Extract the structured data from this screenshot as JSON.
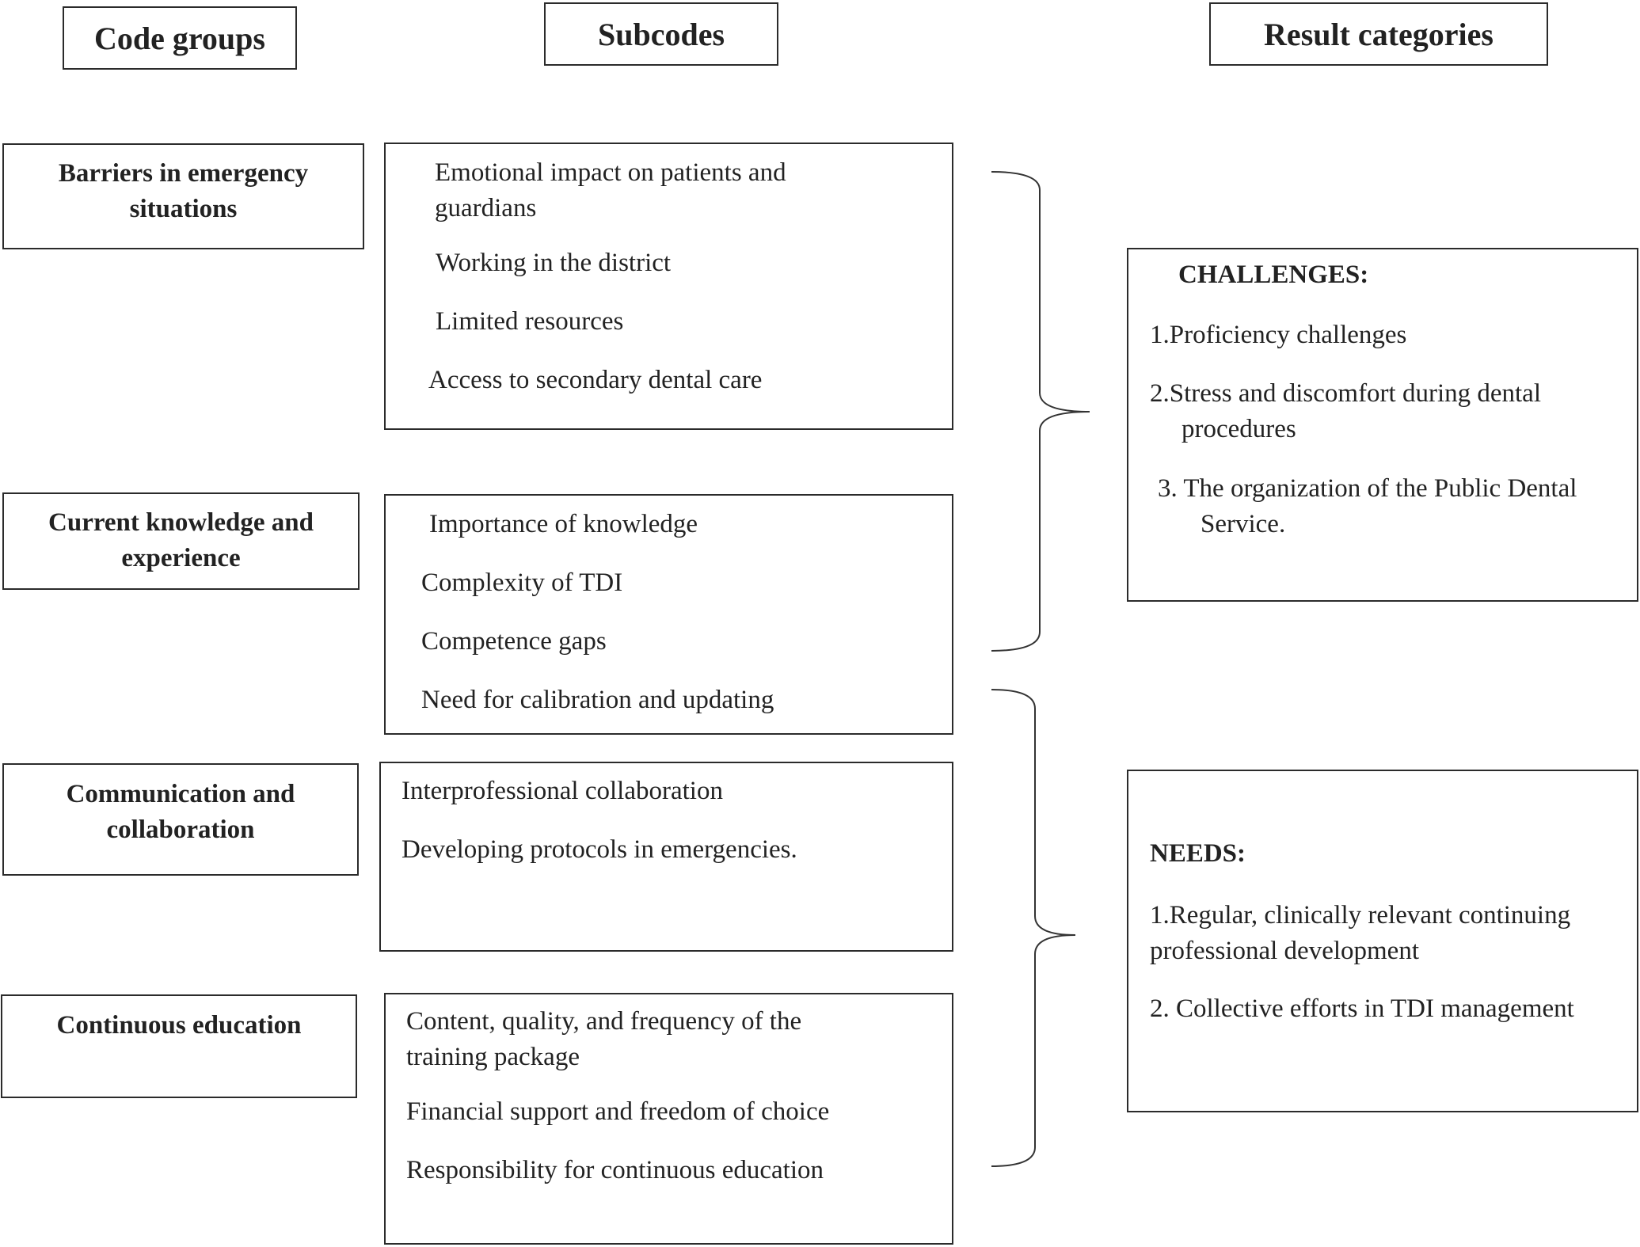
{
  "headers": {
    "code_groups": "Code groups",
    "subcodes": "Subcodes",
    "result_categories": "Result categories"
  },
  "code_groups": [
    {
      "label": "Barriers in emergency situations"
    },
    {
      "label": "Current knowledge and experience"
    },
    {
      "label": "Communication and collaboration"
    },
    {
      "label": "Continuous education"
    }
  ],
  "subcode_groups": [
    {
      "items": [
        "Emotional impact on patients and guardians",
        "Working in the district",
        "Limited resources",
        "Access to secondary dental care"
      ]
    },
    {
      "items": [
        "Importance of knowledge",
        "Complexity of TDI",
        "Competence gaps",
        "Need for calibration and updating"
      ]
    },
    {
      "items": [
        "Interprofessional collaboration",
        "Developing protocols in emergencies."
      ]
    },
    {
      "items": [
        "Content, quality, and frequency of the training package",
        "Financial support and freedom of choice",
        "Responsibility for continuous education"
      ]
    }
  ],
  "results": {
    "challenges": {
      "title": "CHALLENGES:",
      "items": [
        "1.Proficiency challenges",
        "2.Stress and discomfort during dental procedures",
        "3. The organization of the Public Dental Service."
      ]
    },
    "needs": {
      "title": "NEEDS:",
      "items": [
        "1.Regular, clinically relevant continuing professional development",
        "2. Collective efforts in TDI management"
      ]
    }
  }
}
